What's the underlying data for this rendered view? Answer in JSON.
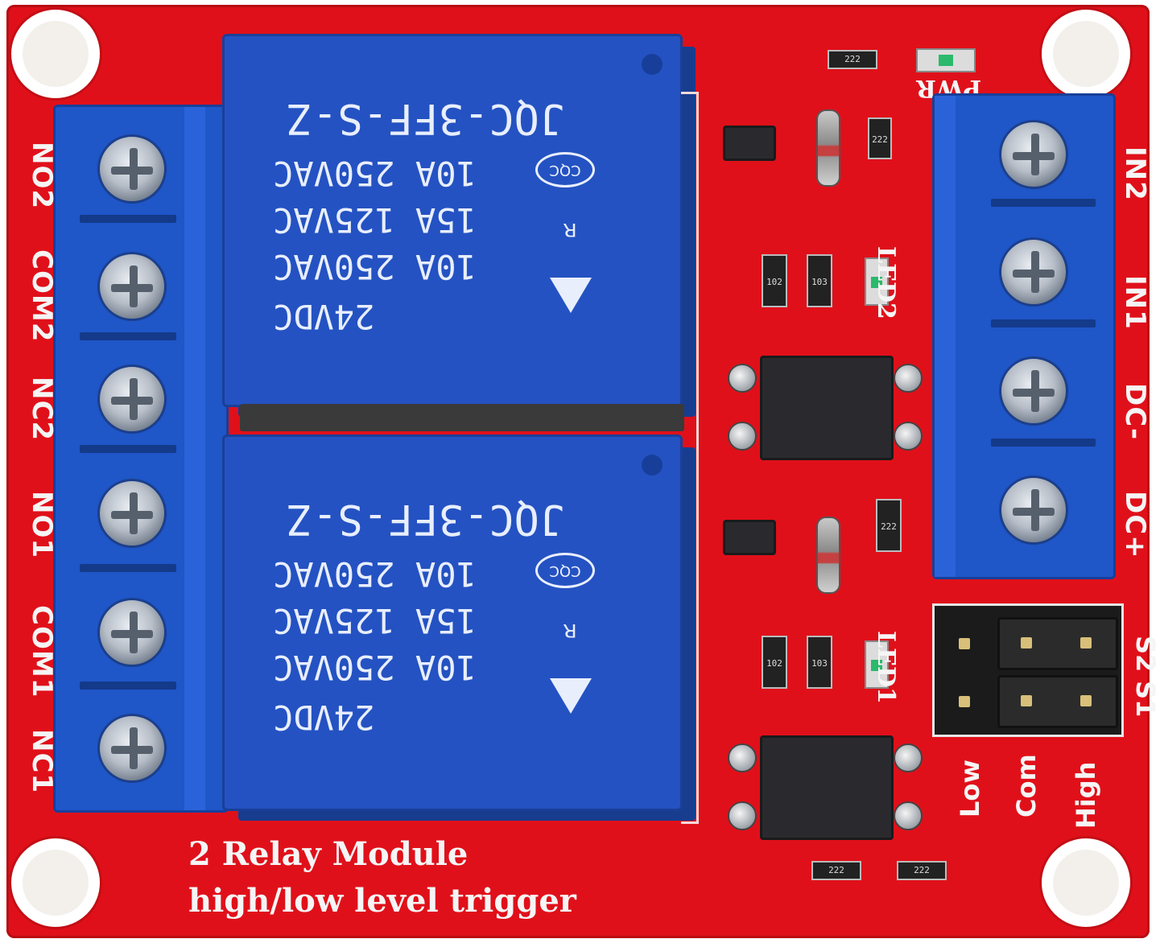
{
  "relays": [
    {
      "model": "JQC-3FF-S-Z",
      "rating1": "10A 250VAC",
      "rating2": "15A 125VAC",
      "rating3": "10A 250VAC",
      "coil": "24VDC",
      "cqc": "CQC"
    },
    {
      "model": "JQC-3FF-S-Z",
      "rating1": "10A 250VAC",
      "rating2": "15A 125VAC",
      "rating3": "10A 250VAC",
      "coil": "24VDC",
      "cqc": "CQC"
    }
  ],
  "left_terminal_labels": [
    "NO2",
    "COM2",
    "NC2",
    "NO1",
    "COM1",
    "NC1"
  ],
  "right_terminal_labels": [
    "IN2",
    "IN1",
    "DC-",
    "DC+"
  ],
  "jumper_labels": {
    "s2": "S2",
    "s1": "S1",
    "low": "Low",
    "com": "Com",
    "high": "High"
  },
  "led_labels": {
    "led2": "LED2",
    "led1": "LED1",
    "pwr": "PWR"
  },
  "smd_codes": {
    "r222": "222",
    "r102": "102",
    "r103": "103"
  },
  "board_text": {
    "line1": "2 Relay Module",
    "line2": "high/low level trigger"
  },
  "colors": {
    "pcb": "#e0101a",
    "relay": "#2452c2",
    "terminal": "#1f56c8"
  }
}
